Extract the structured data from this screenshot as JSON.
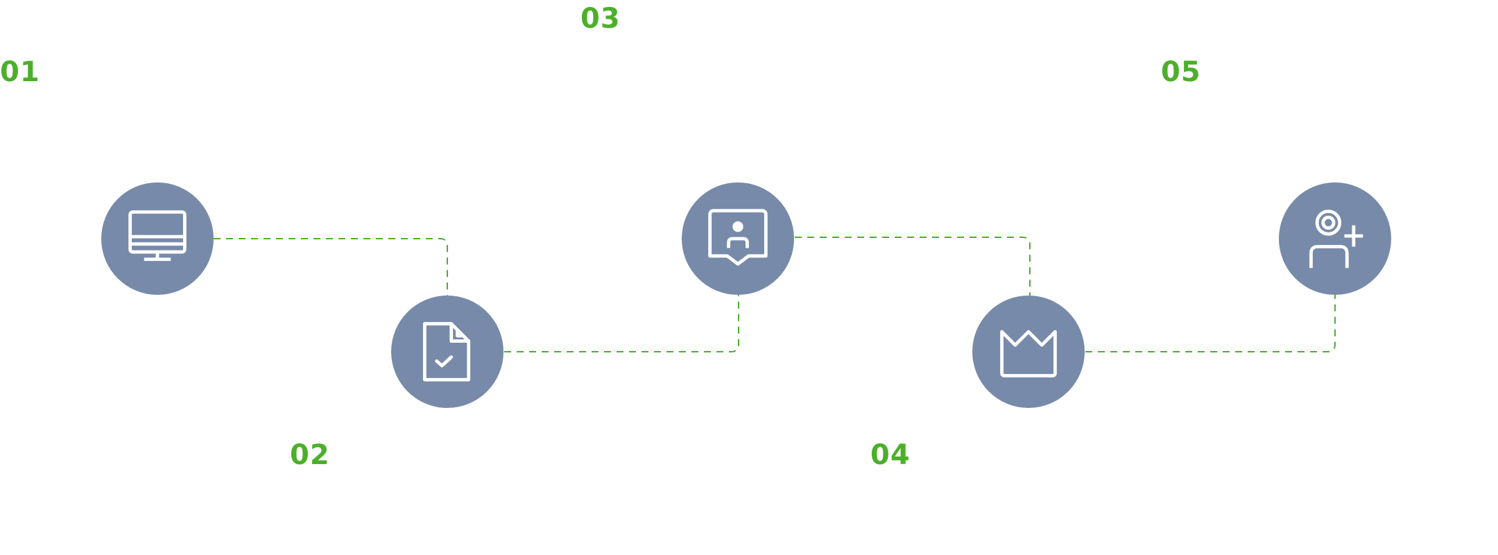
{
  "colors": {
    "accent": "#4caf2b",
    "circle_fill": "#778aa9",
    "icon_stroke": "#ffffff",
    "connector": "#4caf2b",
    "background": "#ffffff"
  },
  "steps": [
    {
      "number": "01",
      "icon": "monitor-icon"
    },
    {
      "number": "02",
      "icon": "file-check-icon"
    },
    {
      "number": "03",
      "icon": "user-presentation-icon"
    },
    {
      "number": "04",
      "icon": "crown-icon"
    },
    {
      "number": "05",
      "icon": "user-add-icon"
    }
  ]
}
